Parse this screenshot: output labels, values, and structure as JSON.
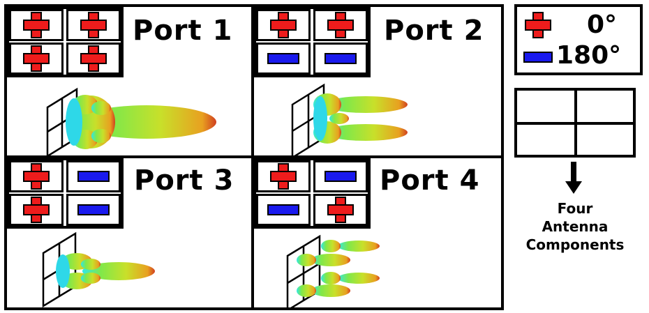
{
  "ports": [
    {
      "title": "Port 1",
      "signs": [
        "plus",
        "plus",
        "plus",
        "plus"
      ]
    },
    {
      "title": "Port 2",
      "signs": [
        "plus",
        "plus",
        "minus",
        "minus"
      ]
    },
    {
      "title": "Port 3",
      "signs": [
        "plus",
        "minus",
        "plus",
        "minus"
      ]
    },
    {
      "title": "Port 4",
      "signs": [
        "plus",
        "minus",
        "minus",
        "plus"
      ]
    }
  ],
  "legend": {
    "plus_label": "0°",
    "minus_label": "180°"
  },
  "components": {
    "label_line1": "Four",
    "label_line2": "Antenna",
    "label_line3": "Components"
  },
  "colors": {
    "plus": "#ee1c1c",
    "minus": "#1a1aee",
    "border": "#000000"
  },
  "icons": {
    "plus": "red-plus-icon",
    "minus": "blue-minus-icon"
  }
}
